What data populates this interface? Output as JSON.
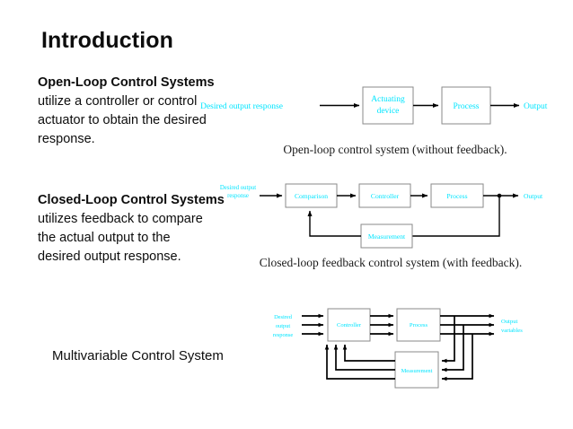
{
  "slide": {
    "title": "Introduction",
    "background_color": "#ffffff",
    "accent_color": "#00e5ff",
    "text_color": "#0d0d0d"
  },
  "openloop_text": {
    "lead": "Open-Loop Control Systems",
    "lines": [
      "utilize a controller or control",
      "actuator to obtain the desired",
      "response."
    ]
  },
  "closedloop_text": {
    "lead": "Closed-Loop Control Systems",
    "lines": [
      "utilizes feedback to compare",
      "the actual output to the",
      "desired output response."
    ]
  },
  "multivariable_label": "Multivariable Control System",
  "diagrams": {
    "openloop": {
      "caption": "Open-loop control system (without feedback).",
      "input_label": "Desired output response",
      "output_label": "Output",
      "blocks": [
        {
          "id": "actuating-device",
          "line1": "Actuating",
          "line2": "device"
        },
        {
          "id": "process",
          "line1": "Process",
          "line2": ""
        }
      ]
    },
    "closedloop": {
      "caption": "Closed-loop feedback control system (with feedback).",
      "input_label_line1": "Desired output",
      "input_label_line2": "response",
      "output_label": "Output",
      "blocks": [
        {
          "id": "comparison",
          "label": "Comparison"
        },
        {
          "id": "controller",
          "label": "Controller"
        },
        {
          "id": "process",
          "label": "Process"
        },
        {
          "id": "measurement",
          "label": "Measurement"
        }
      ]
    },
    "multivariable": {
      "input_label_line1": "Desired",
      "input_label_line2": "output",
      "input_label_line3": "response",
      "output_label_line1": "Output",
      "output_label_line2": "variables",
      "signal_count": 3,
      "blocks": [
        {
          "id": "controller",
          "label": "Controller"
        },
        {
          "id": "process",
          "label": "Process"
        },
        {
          "id": "measurement",
          "label": "Measurement"
        }
      ]
    }
  }
}
